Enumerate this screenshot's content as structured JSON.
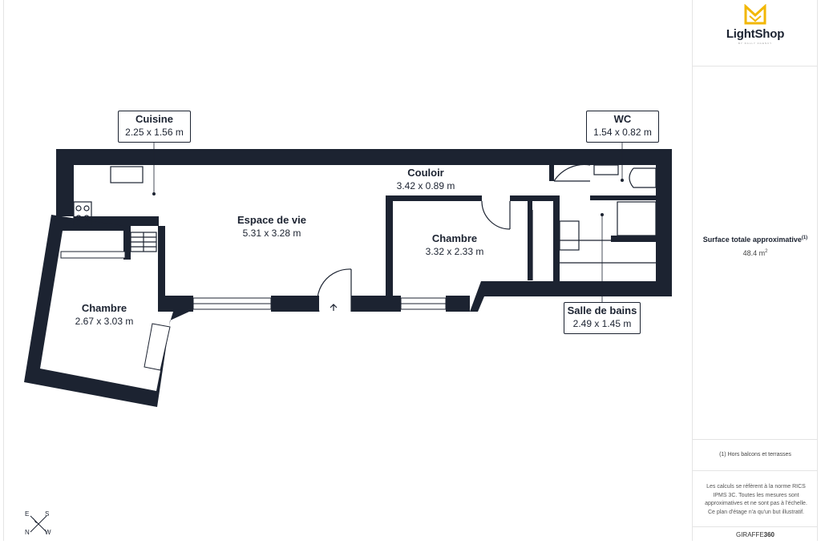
{
  "brand": {
    "name": "LightShop",
    "tagline": "BY DALLY AGENCY",
    "accent_color": "#f2b705"
  },
  "rooms": {
    "cuisine": {
      "name": "Cuisine",
      "dim": "2.25 x 1.56 m"
    },
    "wc": {
      "name": "WC",
      "dim": "1.54 x 0.82 m"
    },
    "couloir": {
      "name": "Couloir",
      "dim": "3.42 x 0.89 m"
    },
    "espace_de_vie": {
      "name": "Espace de vie",
      "dim": "5.31 x 3.28 m"
    },
    "chambre_1": {
      "name": "Chambre",
      "dim": "3.32 x 2.33 m"
    },
    "chambre_2": {
      "name": "Chambre",
      "dim": "2.67 x 3.03 m"
    },
    "salle_de_bains": {
      "name": "Salle de bains",
      "dim": "2.49 x 1.45 m"
    }
  },
  "summary": {
    "title": "Surface totale approximative",
    "title_note": "(1)",
    "value": "48.4 m",
    "value_unit_sup": "2"
  },
  "footnote": "(1) Hors balcons et terrasses",
  "disclaimer": "Les calculs se réfèrent à la norme RICS IPMS 3C. Toutes les mesures sont approximatives et ne sont pas à l'échelle. Ce plan d'étage n'a qu'un but illustratif.",
  "credit": {
    "prefix": "GIRAFFE",
    "suffix": "360"
  },
  "compass": {
    "top_left": "E",
    "top_right": "S",
    "bottom_left": "N",
    "bottom_right": "W"
  },
  "colors": {
    "wall": "#1c2331",
    "panel_border": "#e4e4e4"
  }
}
